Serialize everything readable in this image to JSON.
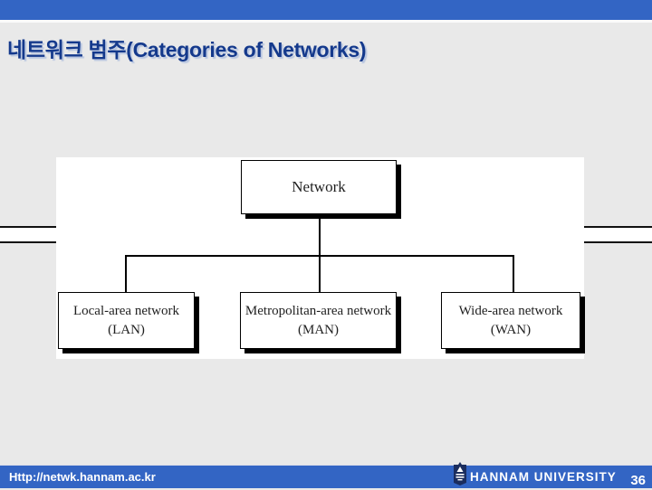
{
  "slide": {
    "title": "네트워크 범주(Categories of Networks)",
    "footer": {
      "url": "Http://netwk.hannam.ac.kr",
      "university": "HANNAM UNIVERSITY",
      "page_number": "36"
    }
  },
  "diagram": {
    "type": "hierarchy-tree",
    "root": {
      "label": "Network"
    },
    "children": [
      {
        "line1": "Local-area network",
        "line2": "(LAN)"
      },
      {
        "line1": "Metropolitan-area network",
        "line2": "(MAN)"
      },
      {
        "line1": "Wide-area network",
        "line2": "(WAN)"
      }
    ]
  },
  "colors": {
    "accent_bar_blue": "#3365c4",
    "title_navy": "#14398c",
    "slide_background": "#e9e9e9",
    "diagram_background": "#ffffff",
    "line_black": "#000000",
    "logo_navy": "#1b2d5e",
    "footer_text_white": "#ffffff"
  }
}
